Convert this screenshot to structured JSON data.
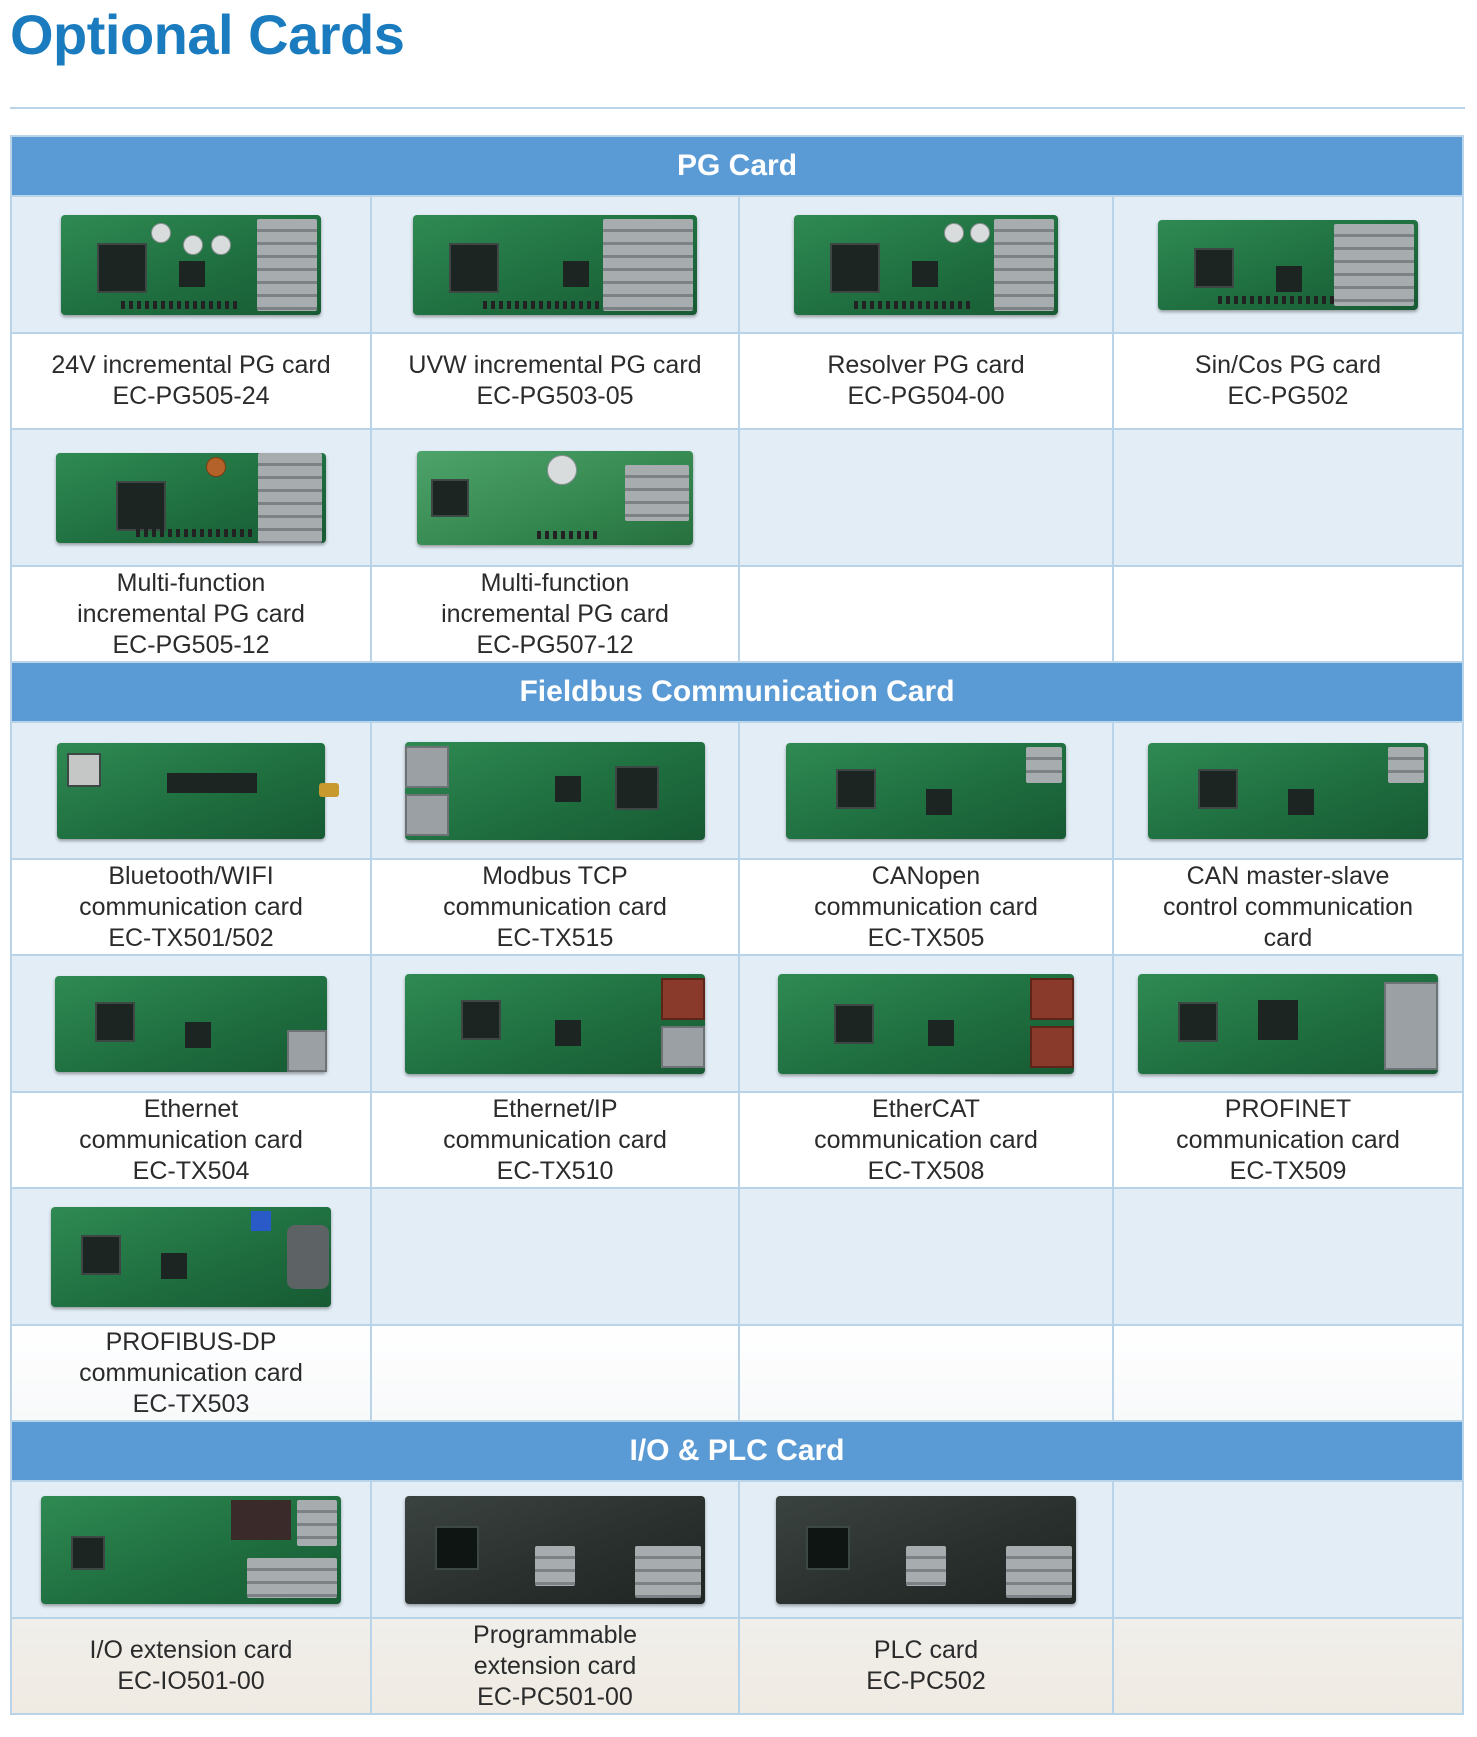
{
  "title": "Optional Cards",
  "sections": {
    "pg": {
      "header": "PG Card"
    },
    "fieldbus": {
      "header": "Fieldbus Communication Card"
    },
    "io": {
      "header": "I/O & PLC Card"
    }
  },
  "cards": {
    "pg1": [
      "24V incremental PG card",
      "EC-PG505-24"
    ],
    "pg2": [
      "UVW incremental PG card",
      "EC-PG503-05"
    ],
    "pg3": [
      "Resolver PG card",
      "EC-PG504-00"
    ],
    "pg4": [
      "Sin/Cos PG card",
      "EC-PG502"
    ],
    "pg5": [
      "Multi-function",
      "incremental PG card",
      "EC-PG505-12"
    ],
    "pg6": [
      "Multi-function",
      "incremental PG card",
      "EC-PG507-12"
    ],
    "fb1": [
      "Bluetooth/WIFI",
      "communication card",
      "EC-TX501/502"
    ],
    "fb2": [
      "Modbus TCP",
      "communication card",
      "EC-TX515"
    ],
    "fb3": [
      "CANopen",
      "communication card",
      "EC-TX505"
    ],
    "fb4": [
      "CAN master-slave",
      "control communication",
      "card"
    ],
    "fb5": [
      "Ethernet",
      "communication card",
      "EC-TX504"
    ],
    "fb6": [
      "Ethernet/IP",
      "communication card",
      "EC-TX510"
    ],
    "fb7": [
      "EtherCAT",
      "communication card",
      "EC-TX508"
    ],
    "fb8": [
      "PROFINET",
      "communication card",
      "EC-TX509"
    ],
    "fb9": [
      "PROFIBUS-DP",
      "communication card",
      "EC-TX503"
    ],
    "io1": [
      "I/O extension card",
      "EC-IO501-00"
    ],
    "io2": [
      "Programmable",
      "extension card",
      "EC-PC501-00"
    ],
    "io3": [
      "PLC card",
      "EC-PC502"
    ]
  },
  "colors": {
    "title": "#1a7cbf",
    "header_bg": "#5b9bd5",
    "image_cell_bg": "#e3edf6",
    "grid_line": "#b9d3e8"
  }
}
